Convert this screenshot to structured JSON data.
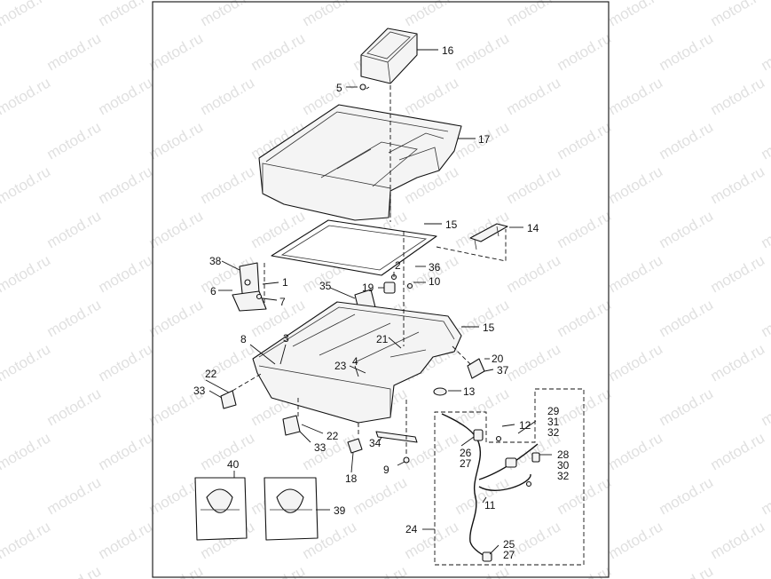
{
  "watermark": "motod.ru",
  "callouts": {
    "c1": "1",
    "c2": "2",
    "c3": "3",
    "c4": "4",
    "c5": "5",
    "c6": "6",
    "c7": "7",
    "c8": "8",
    "c9": "9",
    "c10": "10",
    "c11": "11",
    "c12": "12",
    "c13": "13",
    "c14": "14",
    "c15a": "15",
    "c15b": "15",
    "c16": "16",
    "c17": "17",
    "c18": "18",
    "c19": "19",
    "c20": "20",
    "c21": "21",
    "c22a": "22",
    "c22b": "22",
    "c23": "23",
    "c24": "24",
    "c25": "25",
    "c26": "26",
    "c27a": "27",
    "c27b": "27",
    "c28": "28",
    "c29": "29",
    "c30": "30",
    "c31": "31",
    "c32a": "32",
    "c32b": "32",
    "c33a": "33",
    "c33b": "33",
    "c34": "34",
    "c35": "35",
    "c36": "36",
    "c37": "37",
    "c38": "38",
    "c39": "39",
    "c40": "40"
  },
  "colors": {
    "line": "#111111",
    "watermark": "#c8c8c8",
    "background": "#ffffff"
  }
}
